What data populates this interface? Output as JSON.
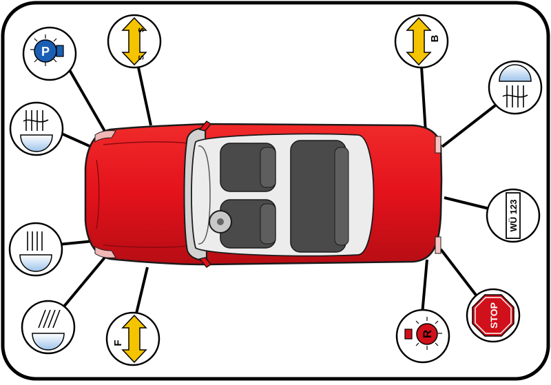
{
  "diagram": {
    "callouts": [
      {
        "id": "parking-light",
        "icon": "parking-light-icon",
        "letter": "P"
      },
      {
        "id": "fog-light-front",
        "icon": "front-fog-light-icon"
      },
      {
        "id": "low-beam",
        "icon": "low-beam-icon"
      },
      {
        "id": "high-beam",
        "icon": "high-beam-icon"
      },
      {
        "id": "turn-signal-front-left",
        "icon": "turn-signal-icon",
        "letter": "S"
      },
      {
        "id": "turn-signal-rear-left",
        "icon": "turn-signal-icon",
        "letter": "F"
      },
      {
        "id": "turn-signal-front-right",
        "icon": "turn-signal-icon",
        "letter": "B"
      },
      {
        "id": "rear-fog-light",
        "icon": "rear-fog-light-icon"
      },
      {
        "id": "license-plate-light",
        "icon": "license-plate-icon",
        "text": "WÜ 123"
      },
      {
        "id": "brake-light",
        "icon": "stop-sign-icon",
        "text": "STOP"
      },
      {
        "id": "reversing-light",
        "icon": "reversing-light-icon",
        "letter": "R"
      }
    ],
    "colors": {
      "car_body": "#e3121b",
      "car_outline": "#1a1a1a",
      "seat": "#4a4a4a",
      "interior": "#e8e8e8",
      "icon_yellow": "#f4c400",
      "icon_blue": "#1a5fb4",
      "lamp_blue": "#cfe0f5",
      "stop_red": "#d0101a",
      "frame": "#000000"
    }
  }
}
